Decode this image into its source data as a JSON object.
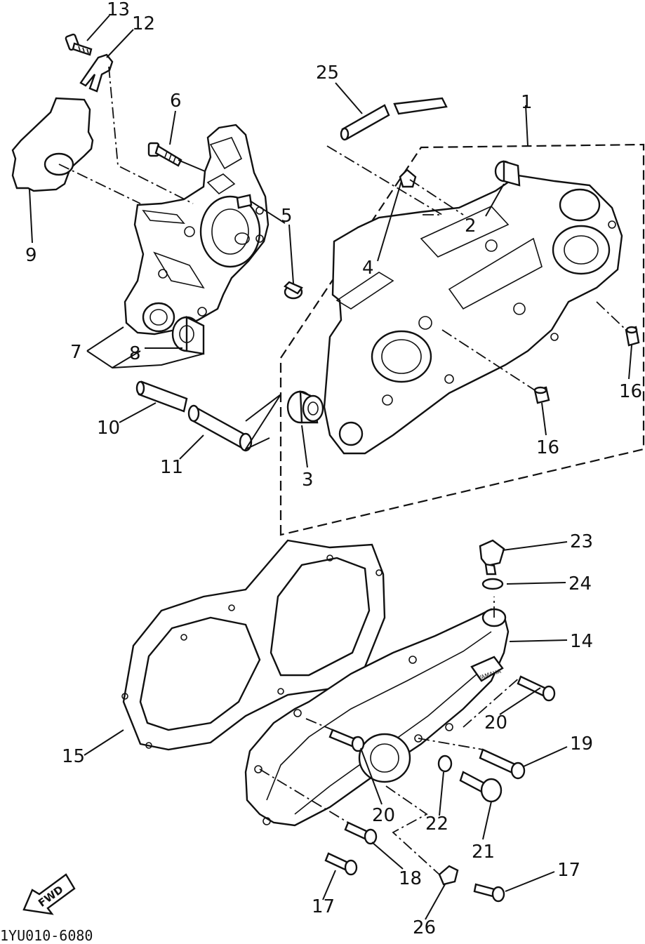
{
  "diagram": {
    "callouts": [
      {
        "id": "c13",
        "text": "13"
      },
      {
        "id": "c12",
        "text": "12"
      },
      {
        "id": "c25",
        "text": "25"
      },
      {
        "id": "c1",
        "text": "1"
      },
      {
        "id": "c6",
        "text": "6"
      },
      {
        "id": "c9",
        "text": "9"
      },
      {
        "id": "c5",
        "text": "5"
      },
      {
        "id": "c2",
        "text": "2"
      },
      {
        "id": "c4",
        "text": "4"
      },
      {
        "id": "c7",
        "text": "7"
      },
      {
        "id": "c8",
        "text": "8"
      },
      {
        "id": "c16a",
        "text": "16"
      },
      {
        "id": "c16b",
        "text": "16"
      },
      {
        "id": "c10",
        "text": "10"
      },
      {
        "id": "c11",
        "text": "11"
      },
      {
        "id": "c3",
        "text": "3"
      },
      {
        "id": "c23",
        "text": "23"
      },
      {
        "id": "c24",
        "text": "24"
      },
      {
        "id": "c14",
        "text": "14"
      },
      {
        "id": "c20a",
        "text": "20"
      },
      {
        "id": "c19",
        "text": "19"
      },
      {
        "id": "c15",
        "text": "15"
      },
      {
        "id": "c20b",
        "text": "20"
      },
      {
        "id": "c22",
        "text": "22"
      },
      {
        "id": "c21",
        "text": "21"
      },
      {
        "id": "c17a",
        "text": "17"
      },
      {
        "id": "c18",
        "text": "18"
      },
      {
        "id": "c17b",
        "text": "17"
      },
      {
        "id": "c26",
        "text": "26"
      }
    ],
    "fwd_label": "FWD",
    "brand_badge": "YAMAHA",
    "drawing_code": "1YU010-6080"
  }
}
